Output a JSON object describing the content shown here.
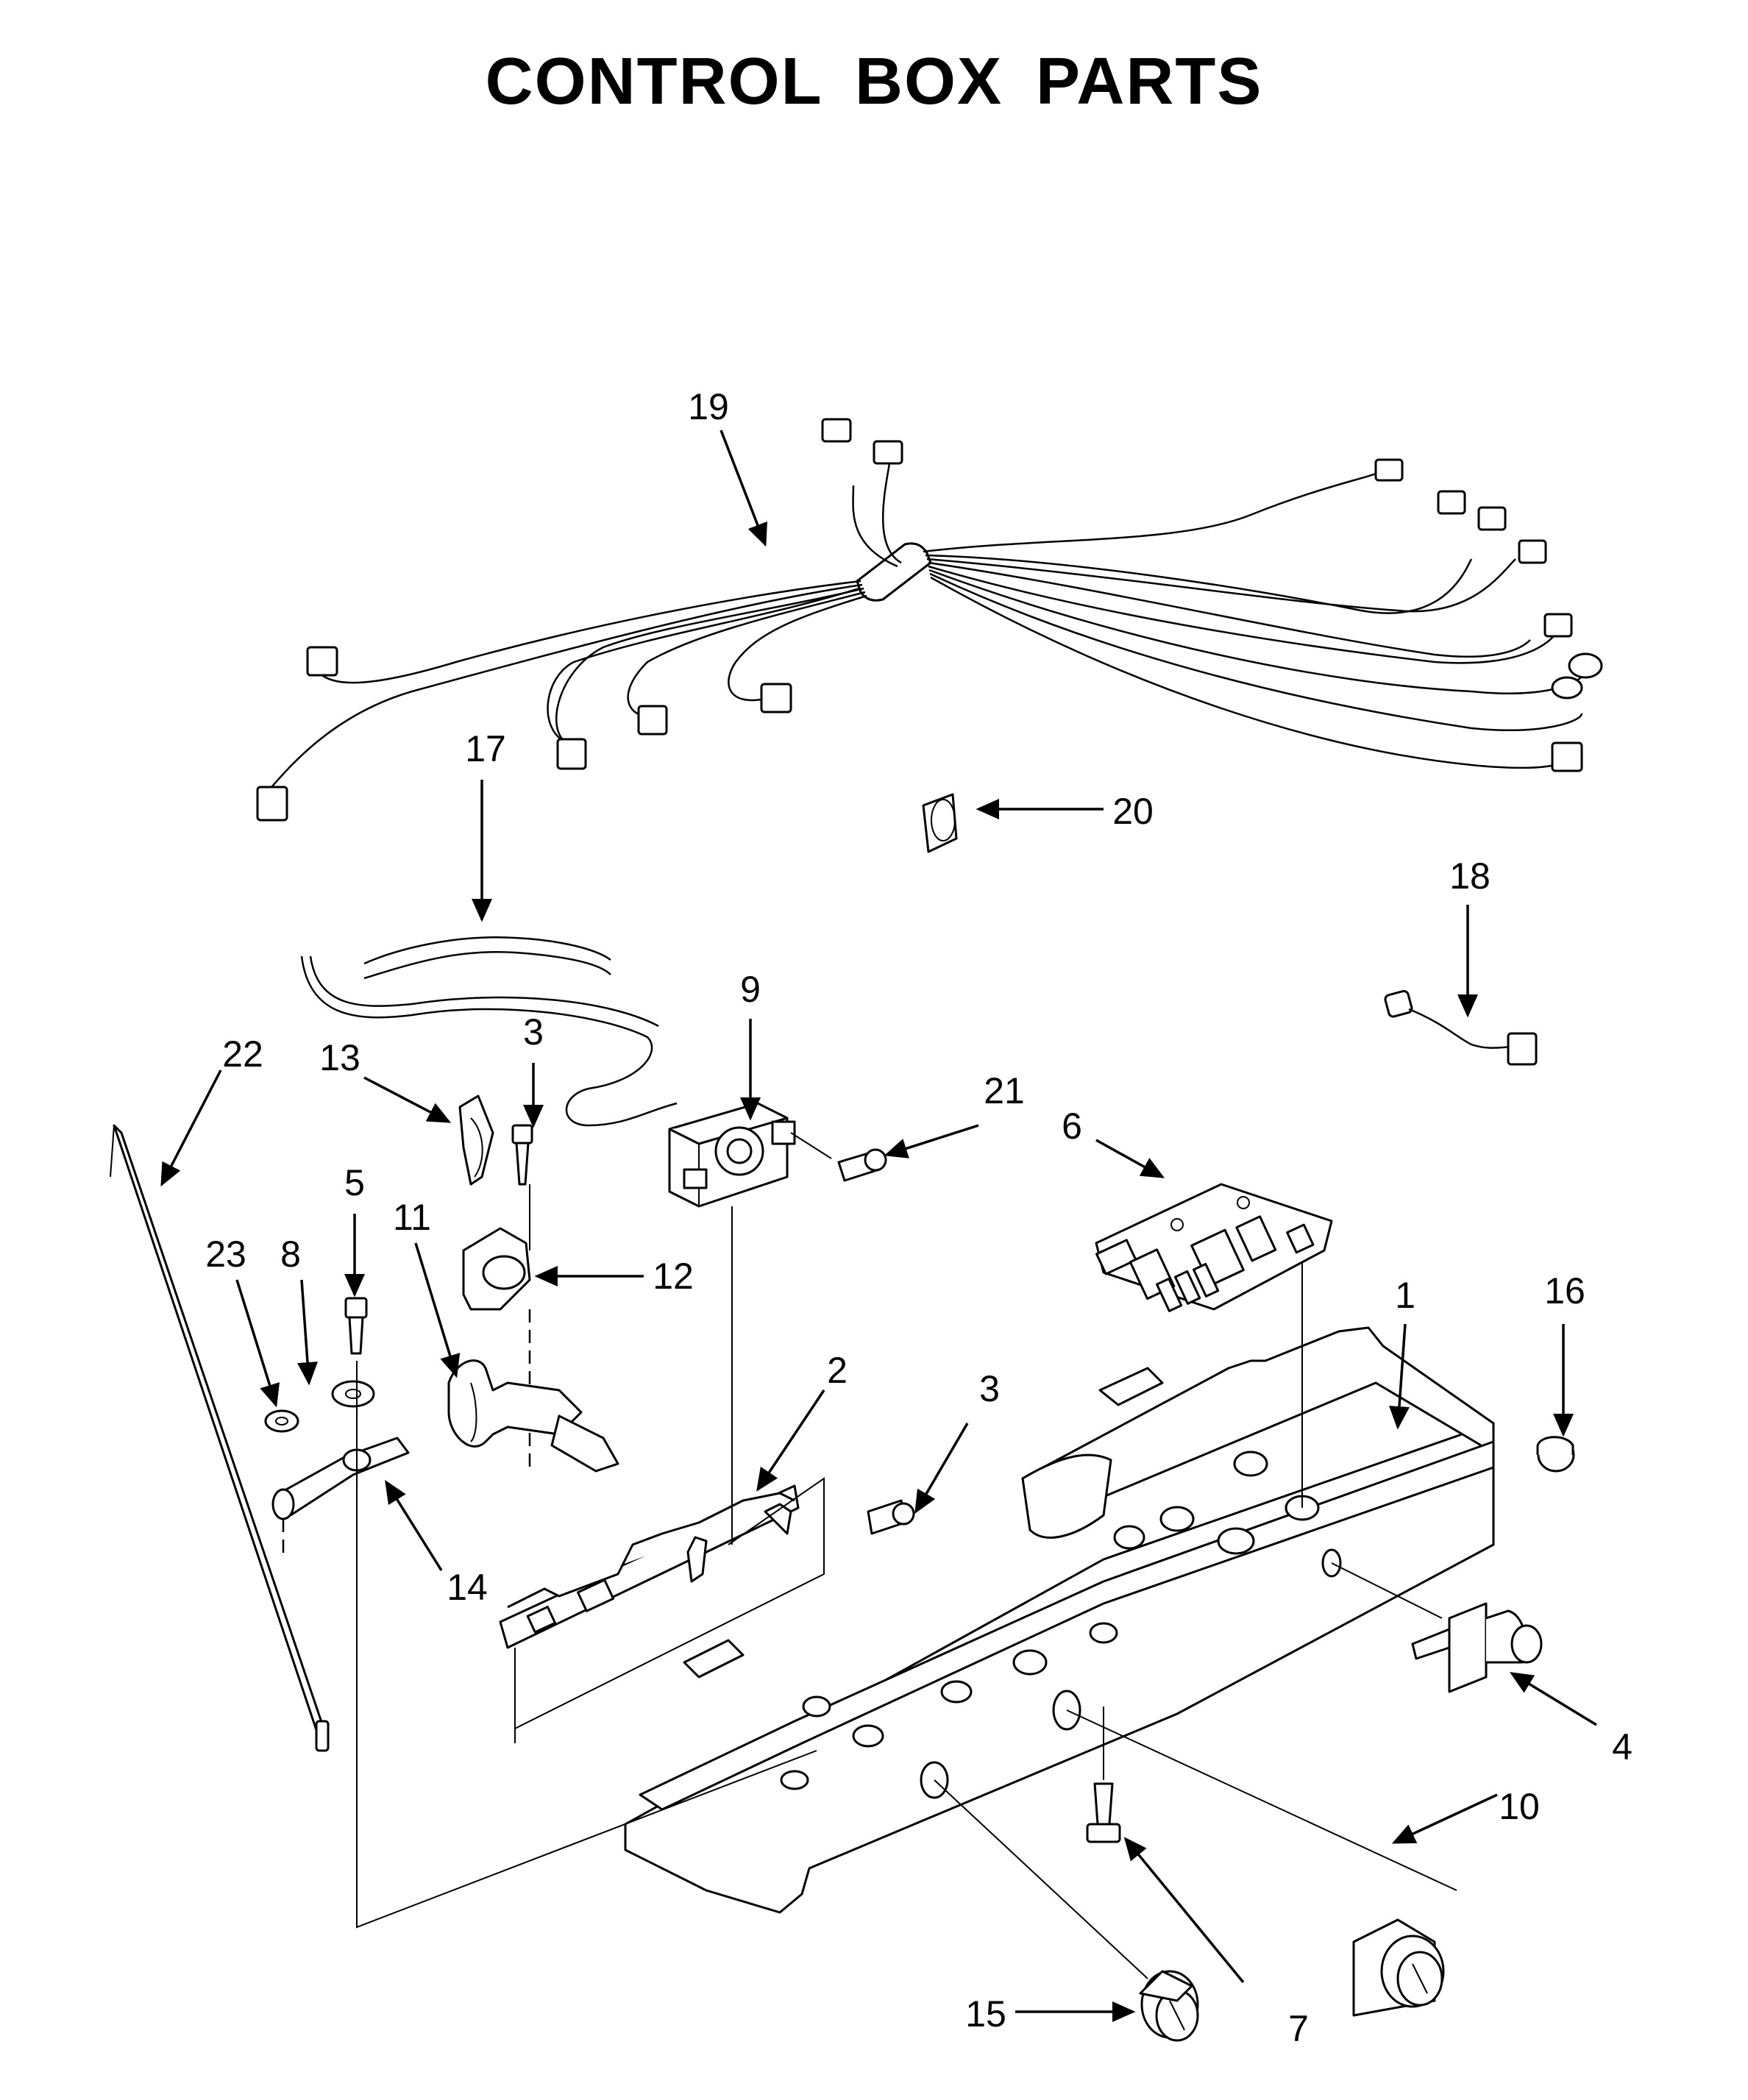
{
  "title": "CONTROL BOX PARTS",
  "callouts": [
    {
      "id": "c1",
      "label": "1"
    },
    {
      "id": "c2",
      "label": "2"
    },
    {
      "id": "c3a",
      "label": "3"
    },
    {
      "id": "c3b",
      "label": "3"
    },
    {
      "id": "c4",
      "label": "4"
    },
    {
      "id": "c5",
      "label": "5"
    },
    {
      "id": "c6",
      "label": "6"
    },
    {
      "id": "c7",
      "label": "7"
    },
    {
      "id": "c8",
      "label": "8"
    },
    {
      "id": "c9",
      "label": "9"
    },
    {
      "id": "c10",
      "label": "10"
    },
    {
      "id": "c11",
      "label": "11"
    },
    {
      "id": "c12",
      "label": "12"
    },
    {
      "id": "c13",
      "label": "13"
    },
    {
      "id": "c14",
      "label": "14"
    },
    {
      "id": "c15",
      "label": "15"
    },
    {
      "id": "c16",
      "label": "16"
    },
    {
      "id": "c17",
      "label": "17"
    },
    {
      "id": "c18",
      "label": "18"
    },
    {
      "id": "c19",
      "label": "19"
    },
    {
      "id": "c20",
      "label": "20"
    },
    {
      "id": "c21",
      "label": "21"
    },
    {
      "id": "c22",
      "label": "22"
    },
    {
      "id": "c23",
      "label": "23"
    }
  ]
}
